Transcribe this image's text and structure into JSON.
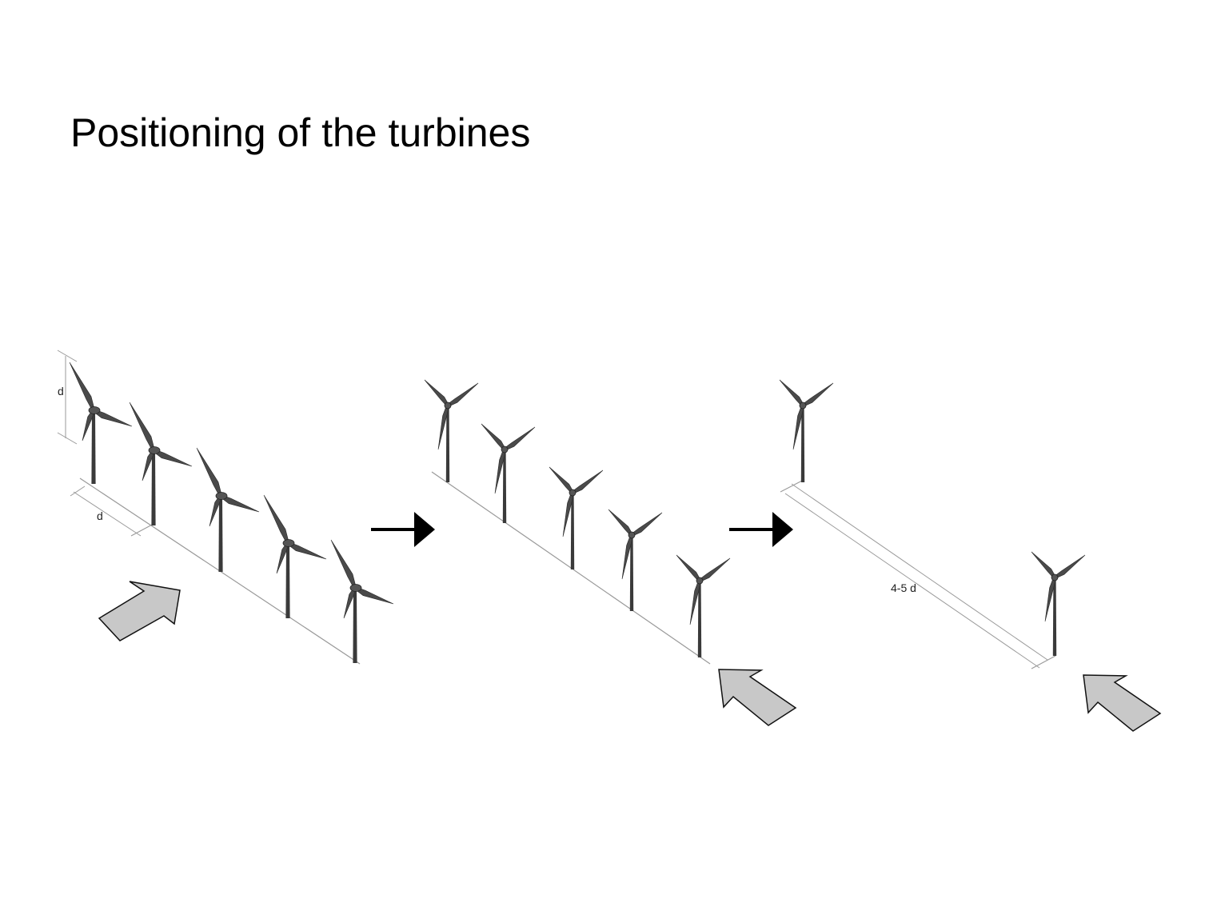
{
  "title": "Positioning of the turbines",
  "labels": {
    "diameter": "d",
    "spacing": "d",
    "distance": "4-5 d"
  },
  "colors": {
    "wind_arrow_fill": "#c8c8c8",
    "wind_arrow_stroke": "#111111",
    "turbine_blade": "#4a4a4a",
    "turbine_tower": "#3a3a3a",
    "ground_line": "#999999",
    "step_arrow": "#000000"
  },
  "icons": [
    "wind-turbine-icon",
    "wind-direction-arrow-icon",
    "step-arrow-icon"
  ]
}
